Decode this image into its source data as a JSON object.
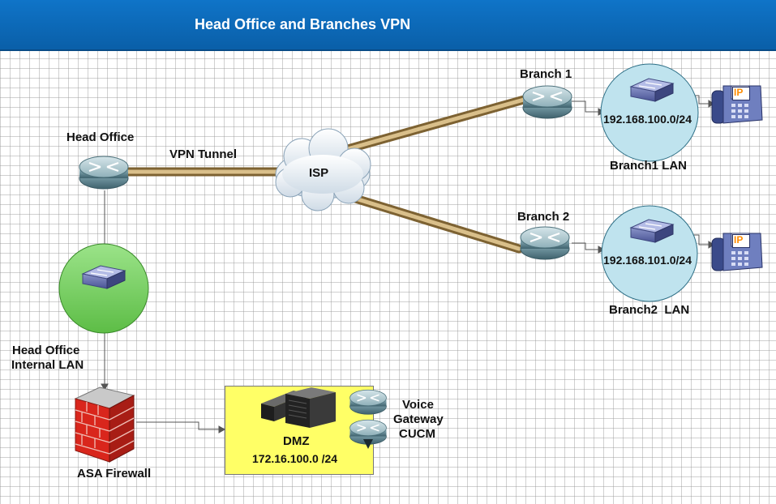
{
  "header": {
    "title": "Head Office and Branches VPN"
  },
  "nodes": {
    "head_office_router": {
      "label": "Head Office",
      "icon": "router-icon"
    },
    "isp_cloud": {
      "label": "ISP",
      "icon": "cloud-icon"
    },
    "branch1_router": {
      "label": "Branch 1",
      "icon": "router-icon"
    },
    "branch2_router": {
      "label": "Branch 2",
      "icon": "router-icon"
    },
    "branch1_lan": {
      "subnet": "192.168.100.0/24",
      "label": "Branch1 LAN",
      "icon": "switch-icon"
    },
    "branch2_lan": {
      "subnet": "192.168.101.0/24",
      "label": "Branch2  LAN",
      "icon": "switch-icon"
    },
    "head_office_lan": {
      "label_line1": "Head Office",
      "label_line2": "Internal LAN",
      "icon": "switch-icon"
    },
    "asa_firewall": {
      "label": "ASA Firewall",
      "icon": "firewall-icon"
    },
    "dmz": {
      "label": "DMZ",
      "subnet": "172.16.100.0 /24",
      "icon": "server-rack-icon"
    },
    "voice": {
      "line1": "Voice",
      "line2": "Gateway",
      "line3": "CUCM",
      "icon": "voice-gateway-icon"
    },
    "ip_phone_1": {
      "badge": "IP",
      "icon": "ip-phone-icon"
    },
    "ip_phone_2": {
      "badge": "IP",
      "icon": "ip-phone-icon"
    }
  },
  "links": {
    "vpn_tunnel_label": "VPN Tunnel"
  },
  "colors": {
    "banner": "#0a5fa8",
    "tunnel": "#b8955a",
    "lan_circle": "#bfe3ee",
    "internal_lan_circle": "#7ed36a",
    "dmz_fill": "#ffff66",
    "firewall_brick": "#d9261c",
    "ip_badge": "#ff8c00"
  }
}
